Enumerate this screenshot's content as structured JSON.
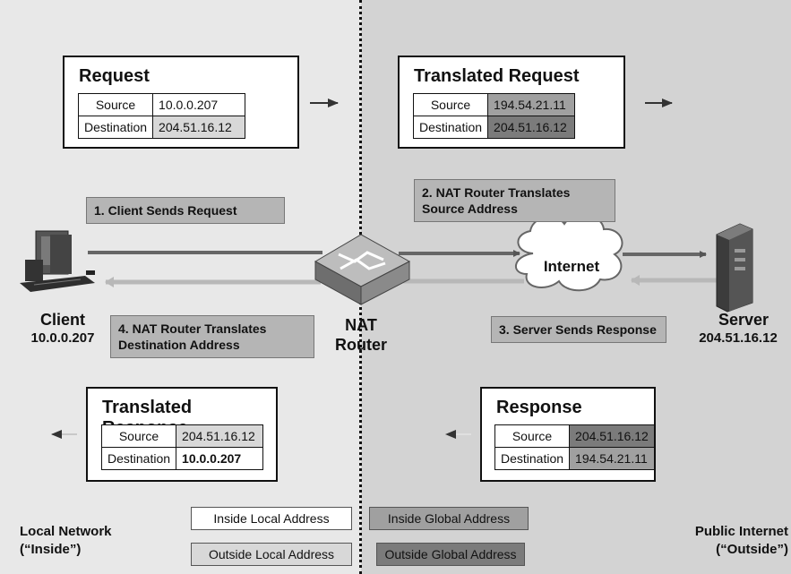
{
  "panels": {
    "request": {
      "title": "Request",
      "source_label": "Source",
      "source_value": "10.0.0.207",
      "dest_label": "Destination",
      "dest_value": "204.51.16.12"
    },
    "translated_request": {
      "title": "Translated Request",
      "source_label": "Source",
      "source_value": "194.54.21.11",
      "dest_label": "Destination",
      "dest_value": "204.51.16.12"
    },
    "translated_response": {
      "title": "Translated Response",
      "source_label": "Source",
      "source_value": "204.51.16.12",
      "dest_label": "Destination",
      "dest_value": "10.0.0.207"
    },
    "response": {
      "title": "Response",
      "source_label": "Source",
      "source_value": "204.51.16.12",
      "dest_label": "Destination",
      "dest_value": "194.54.21.11"
    }
  },
  "steps": {
    "step1": "1. Client Sends Request",
    "step2_line1": "2. NAT Router Translates",
    "step2_line2": "Source Address",
    "step3": "3. Server Sends Response",
    "step4_line1": "4. NAT Router Translates",
    "step4_line2": "Destination Address"
  },
  "nodes": {
    "client_label": "Client",
    "client_ip": "10.0.0.207",
    "router_line1": "NAT",
    "router_line2": "Router",
    "server_label": "Server",
    "server_ip": "204.51.16.12",
    "internet_label": "Internet"
  },
  "regions": {
    "local_line1": "Local Network",
    "local_line2": "(“Inside”)",
    "public_line1": "Public Internet",
    "public_line2": "(“Outside”)"
  },
  "legend": {
    "inside_local": "Inside Local Address",
    "outside_local": "Outside Local Address",
    "inside_global": "Inside Global Address",
    "outside_global": "Outside Global Address"
  },
  "colors": {
    "inside_local": "#ffffff",
    "outside_local": "#d8d8d8",
    "inside_global": "#a0a0a0",
    "outside_global": "#7b7b7b",
    "left_background": "#e8e8e8",
    "right_background": "#d3d3d3"
  }
}
